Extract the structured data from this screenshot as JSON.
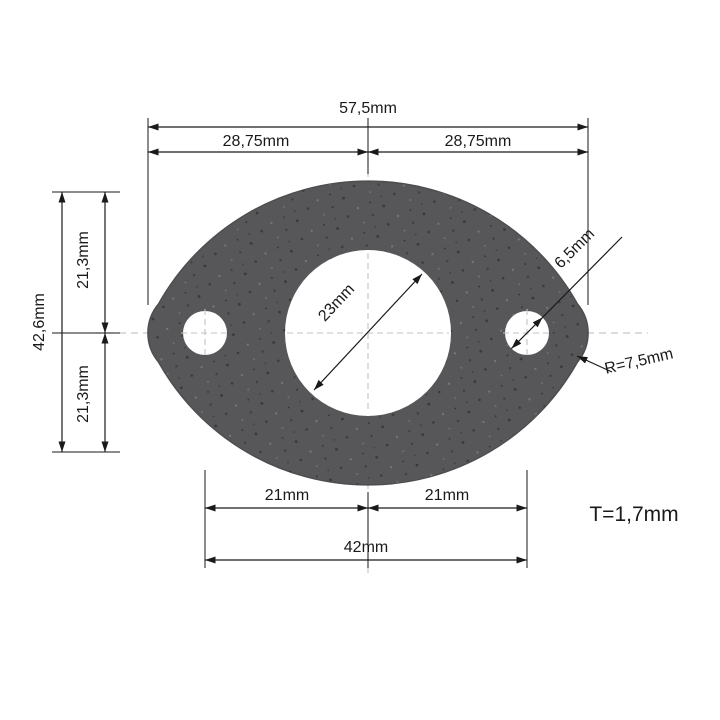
{
  "dims": {
    "overall_width": "57,5mm",
    "left_half_width": "28,75mm",
    "right_half_width": "28,75mm",
    "overall_height": "42,6mm",
    "upper_half_height": "21,3mm",
    "lower_half_height": "21,3mm",
    "bore_diameter": "23mm",
    "bolt_hole_diameter": "6,5mm",
    "tip_radius": "R=7,5mm",
    "bolt_span_left": "21mm",
    "bolt_span_right": "21mm",
    "bolt_span_total": "42mm",
    "thickness": "T=1,7mm"
  },
  "colors": {
    "background": "#ffffff",
    "dimension_line": "#1a1a1a",
    "centerline": "#c8c8c8",
    "gasket_body": "#57575a",
    "hole": "#ffffff"
  }
}
